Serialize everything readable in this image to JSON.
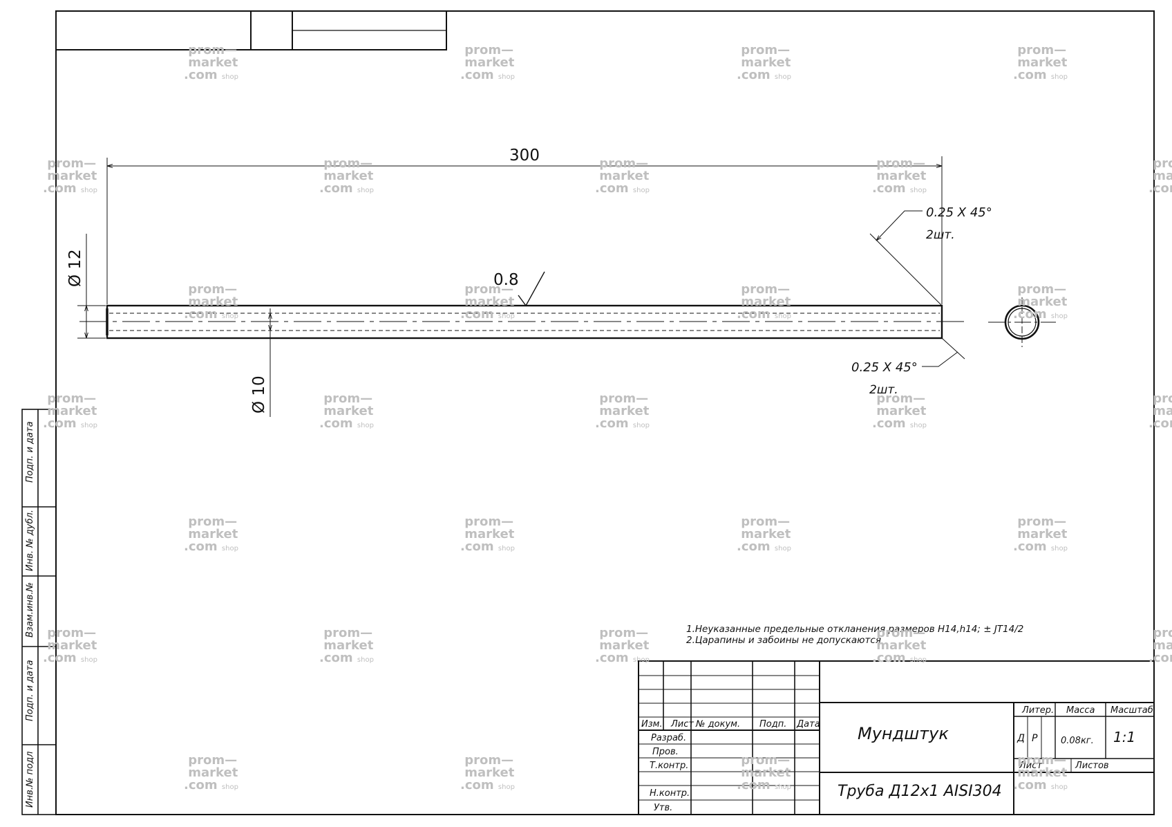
{
  "dimensions": {
    "length": "300",
    "outer_diameter": "Ø 12",
    "inner_diameter": "Ø 10",
    "roughness": "0.8",
    "chamfer_top": "0.25  X  45°",
    "chamfer_top_qty": "2шт.",
    "chamfer_bottom": "0.25  X  45°",
    "chamfer_bottom_qty": "2шт."
  },
  "notes": [
    "1.Неуказанные предельные откланения размеров H14,h14; ± JT14/2",
    "2.Царапины и забоины не допускаются"
  ],
  "side_stamp": {
    "signature_date_1": "Подп. и дата",
    "duplicate_inv": "Инв. № дубл.",
    "replace_inv": "Взам.инв.№",
    "signature_date_2": "Подп. и дата",
    "original_inv": "Инв.№ подл"
  },
  "title_block": {
    "columns": {
      "change": "Изм.",
      "sheet": "Лист",
      "doc_no": "№ докум.",
      "signature": "Подп.",
      "date": "Дата"
    },
    "roles": [
      "Разраб.",
      "Пров.",
      "Т.контр.",
      "",
      "Н.контр.",
      "Утв."
    ],
    "part_name": "Мундштук",
    "material": "Труба   Д12х1  AISI304",
    "litera_label": "Литер.",
    "mass_label": "Масса",
    "scale_label": "Масштаб",
    "litera_1": "Д",
    "litera_2": "Р",
    "mass": "0.08кг.",
    "scale": "1:1",
    "sheet_label": "Лист",
    "sheets_label": "Листов"
  },
  "watermark": {
    "line1": "prom—",
    "line2": "market",
    "line3": ".com",
    "suffix": "shop"
  }
}
